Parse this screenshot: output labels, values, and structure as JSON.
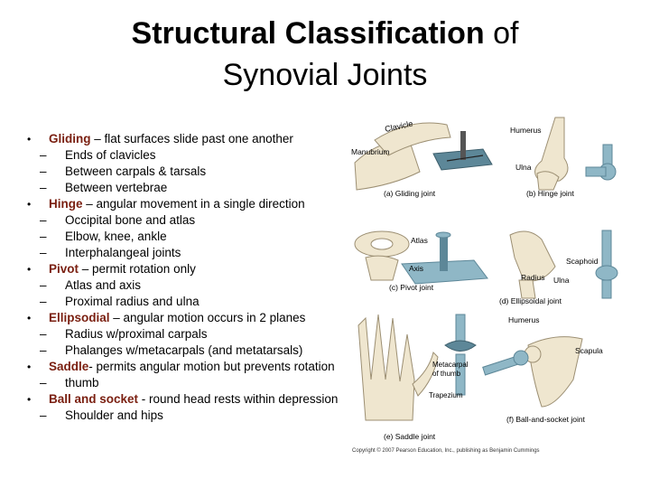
{
  "title": {
    "bold": "Structural Classification",
    "rest": " of",
    "line2": "Synovial Joints"
  },
  "joints": [
    {
      "term": "Gliding",
      "desc": " – flat surfaces slide past one another",
      "examples": [
        "Ends of clavicles",
        "Between carpals & tarsals",
        "Between vertebrae"
      ]
    },
    {
      "term": "Hinge",
      "desc": " – angular movement in a single direction",
      "examples": [
        "Occipital bone and atlas",
        "Elbow, knee, ankle",
        "Interphalangeal joints"
      ]
    },
    {
      "term": "Pivot",
      "desc": " – permit rotation only",
      "examples": [
        "Atlas and axis",
        "Proximal radius and ulna"
      ]
    },
    {
      "term": "Ellipsodial",
      "desc": " – angular motion occurs in 2 planes",
      "examples": [
        "Radius w/proximal carpals",
        "Phalanges w/metacarpals (and metatarsals)"
      ]
    },
    {
      "term": "Saddle",
      "desc": "- permits angular motion but prevents rotation",
      "examples": [
        "thumb"
      ]
    },
    {
      "term": "Ball and socket",
      "desc": "  - round head rests within depression",
      "examples": [
        "Shoulder and hips"
      ]
    }
  ],
  "figure": {
    "labels": {
      "clavicle": "Clavicle",
      "manubrium": "Manubrium",
      "humerus_a": "Humerus",
      "ulna": "Ulna",
      "atlas": "Atlas",
      "axis": "Axis",
      "scaphoid": "Scaphoid",
      "radius": "Radius",
      "ulna2": "Ulna",
      "humerus_b": "Humerus",
      "scapula": "Scapula",
      "metacarpal": "Metacarpal",
      "of_thumb": "of thumb",
      "trapezium": "Trapezium"
    },
    "captions": {
      "a": "(a) Gliding joint",
      "b": "(b) Hinge joint",
      "c": "(c) Pivot joint",
      "d": "(d) Ellipsoidal joint",
      "e": "(e) Saddle joint",
      "f": "(f) Ball-and-socket joint"
    },
    "copyright": "Copyright © 2007 Pearson Education, Inc., publishing as Benjamin Cummings"
  },
  "colors": {
    "term": "#7a1f10",
    "bone": "#efe6cf",
    "model": "#8fb7c6",
    "model_dark": "#5d8798"
  }
}
